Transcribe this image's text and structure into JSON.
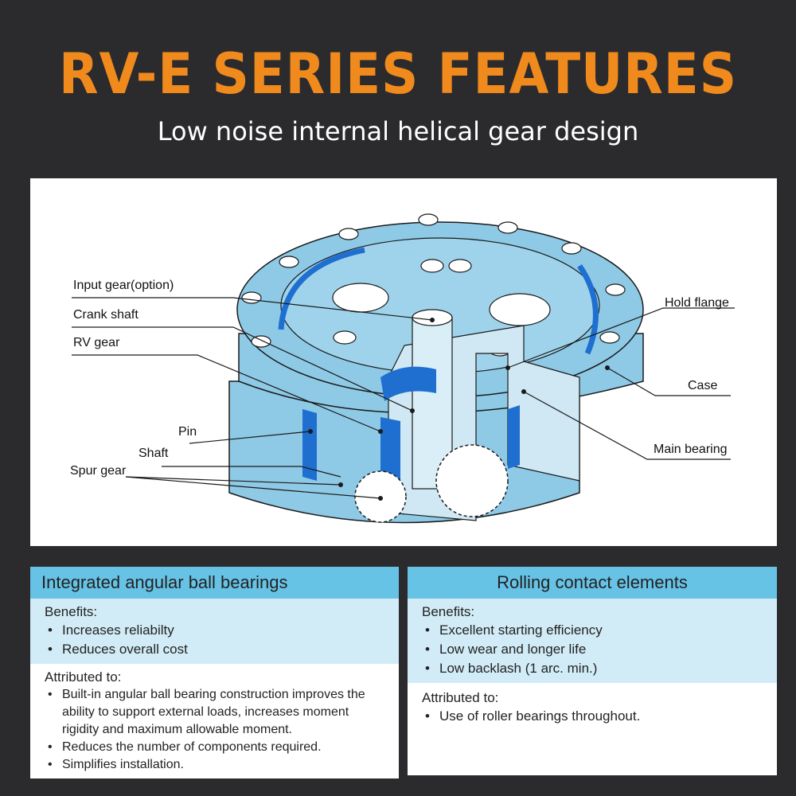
{
  "header": {
    "title": "RV-E SERIES FEATURES",
    "subtitle": "Low noise internal helical gear design"
  },
  "diagram": {
    "labels": {
      "input_gear": "Input gear(option)",
      "crank_shaft": "Crank shaft",
      "rv_gear": "RV gear",
      "pin": "Pin",
      "shaft": "Shaft",
      "spur_gear": "Spur gear",
      "hold_flange": "Hold flange",
      "case": "Case",
      "main_bearing": "Main bearing"
    },
    "colors": {
      "body": "#8ecae6",
      "dark_blue": "#1f6fd0",
      "line": "#1a1a1a"
    }
  },
  "cards": [
    {
      "title": "Integrated angular ball bearings",
      "benefits_label": "Benefits:",
      "benefits": [
        "Increases reliabilty",
        "Reduces overall cost"
      ],
      "attributed_label": "Attributed to:",
      "attributed": [
        "Built-in angular ball bearing construction improves the ability to support external loads, increases moment rigidity and maximum allowable moment.",
        "Reduces the number of components required.",
        "Simplifies installation."
      ]
    },
    {
      "title": "Rolling contact elements",
      "benefits_label": "Benefits:",
      "benefits": [
        "Excellent starting efficiency",
        "Low wear and longer life",
        "Low backlash (1 arc. min.)"
      ],
      "attributed_label": "Attributed to:",
      "attributed": [
        "Use of roller bearings throughout."
      ]
    }
  ],
  "colors": {
    "background": "#2b2b2e",
    "title": "#f08a1c",
    "card_header": "#67c3e6",
    "card_band": "#d2ecf7"
  }
}
